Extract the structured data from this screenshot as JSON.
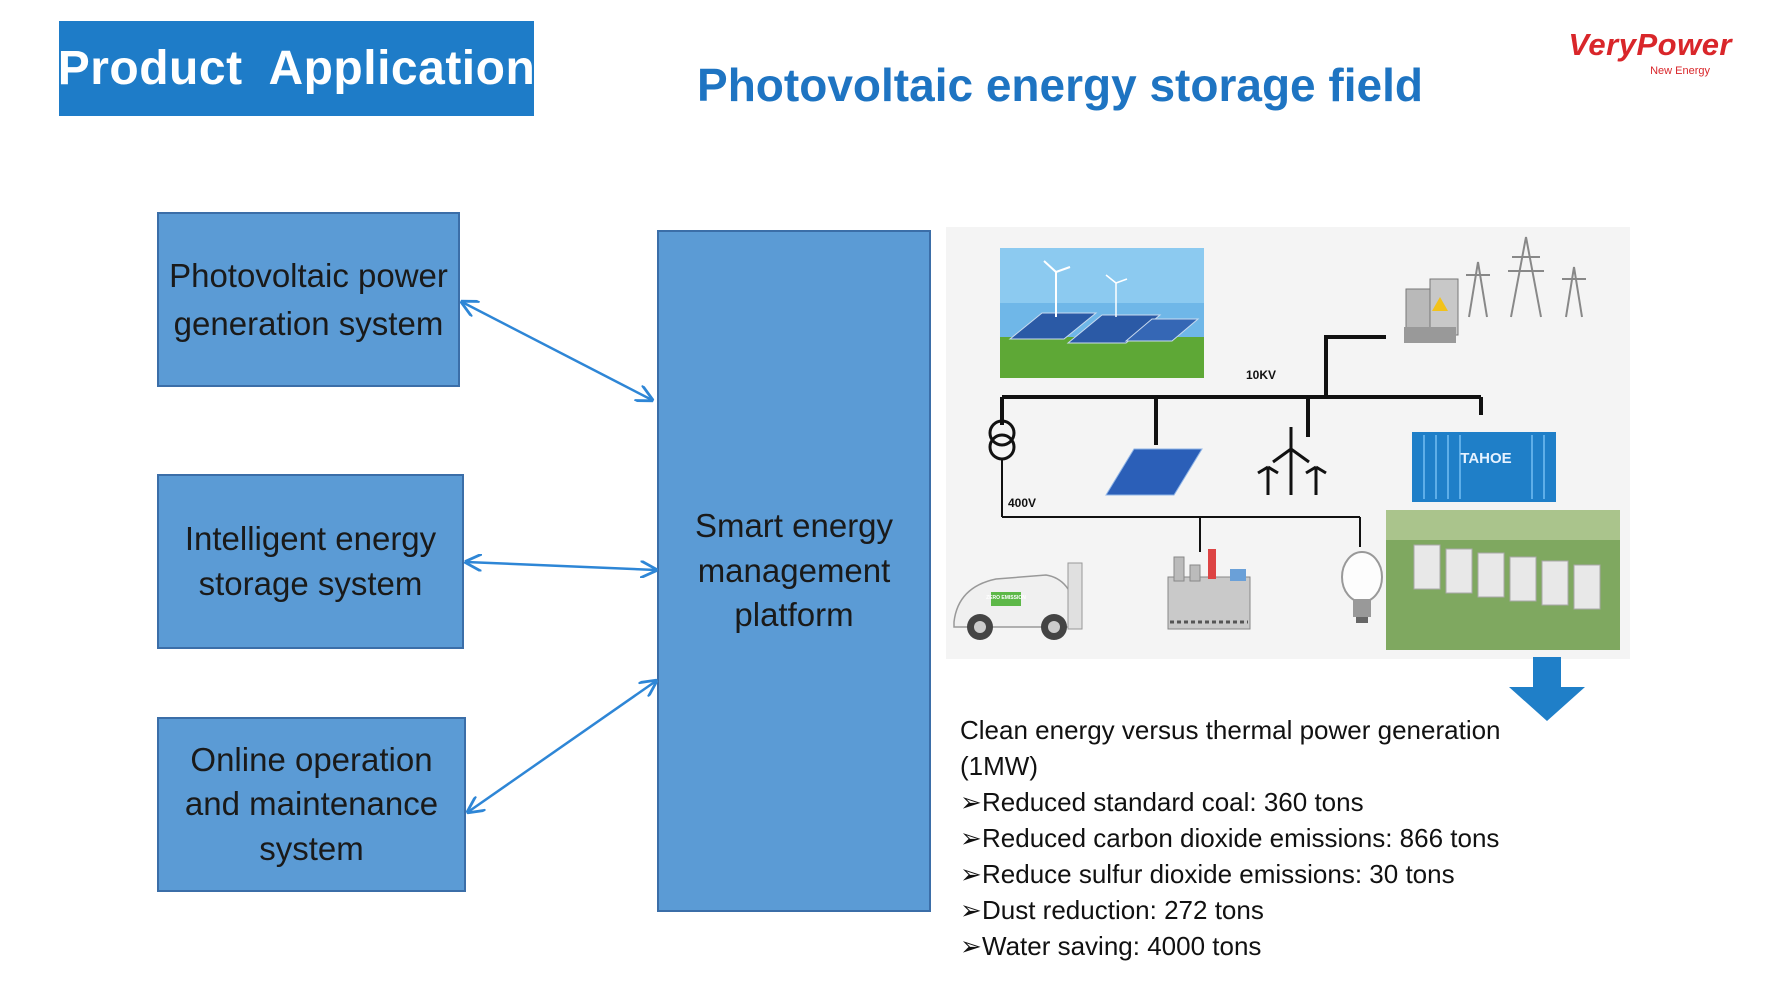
{
  "header": {
    "title": "Product  Application",
    "subtitle": "Photovoltaic energy storage field"
  },
  "logo": {
    "name": "VeryPower",
    "tagline": "New Energy"
  },
  "diagram": {
    "left_boxes": [
      {
        "label": "Photovoltaic power generation system"
      },
      {
        "label": "Intelligent energy storage system"
      },
      {
        "label": "Online operation and maintenance system"
      }
    ],
    "center_box": {
      "label": "Smart energy management platform"
    },
    "grid_labels": {
      "high_voltage": "10KV",
      "low_voltage": "400V",
      "container_brand": "TAHOE",
      "car_sticker": "ZERO EMISSION"
    }
  },
  "benefits": {
    "heading": "Clean energy versus thermal power generation (1MW)",
    "bullet_symbol": "➢",
    "items": [
      "Reduced standard coal: 360 tons",
      "Reduced carbon dioxide emissions: 866 tons",
      "Reduce sulfur dioxide emissions: 30 tons",
      "Dust reduction: 272 tons",
      "Water saving: 4000 tons"
    ]
  },
  "colors": {
    "accent_blue": "#1e7cc8",
    "box_blue": "#5b9bd5",
    "arrow_blue": "#2e86d6",
    "logo_red": "#d9262a"
  }
}
